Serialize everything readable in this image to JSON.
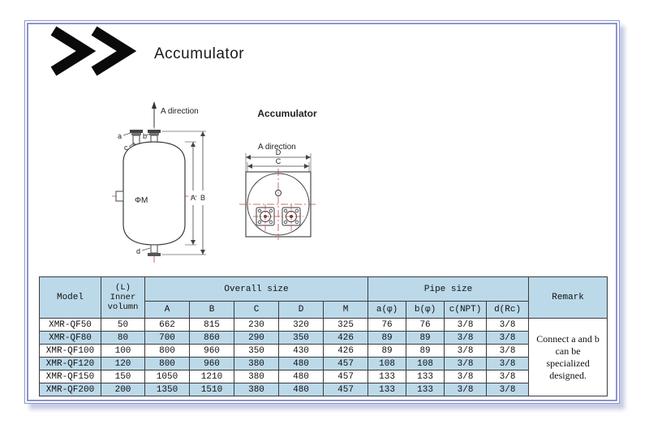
{
  "page": {
    "logo_icon": "double-chevron-right",
    "title": "Accumulator"
  },
  "side_view": {
    "direction_label": "A direction",
    "labels": {
      "a": "a",
      "b": "b",
      "c": "c",
      "d": "d",
      "phi_m": "ΦM",
      "dim_a": "A",
      "dim_b": "B"
    }
  },
  "top_view": {
    "title": "Accumulator",
    "direction_label": "A direction",
    "labels": {
      "dim_d": "D",
      "dim_c": "C"
    }
  },
  "table": {
    "header": {
      "model": "Model",
      "volume_lines": [
        "(L)",
        "Inner",
        "volumn"
      ],
      "overall_size": "Overall size",
      "pipe_size": "Pipe size",
      "remark": "Remark",
      "columns": [
        "A",
        "B",
        "C",
        "D",
        "M",
        "a(φ)",
        "b(φ)",
        "c(NPT)",
        "d(Rc)"
      ]
    },
    "rows": [
      {
        "model": "XMR-QF50",
        "volume": "50",
        "values": [
          "662",
          "815",
          "230",
          "320",
          "325",
          "76",
          "76",
          "3/8",
          "3/8"
        ]
      },
      {
        "model": "XMR-QF80",
        "volume": "80",
        "values": [
          "700",
          "860",
          "290",
          "350",
          "426",
          "89",
          "89",
          "3/8",
          "3/8"
        ]
      },
      {
        "model": "XMR-QF100",
        "volume": "100",
        "values": [
          "800",
          "960",
          "350",
          "430",
          "426",
          "89",
          "89",
          "3/8",
          "3/8"
        ]
      },
      {
        "model": "XMR-QF120",
        "volume": "120",
        "values": [
          "800",
          "960",
          "380",
          "480",
          "457",
          "108",
          "108",
          "3/8",
          "3/8"
        ]
      },
      {
        "model": "XMR-QF150",
        "volume": "150",
        "values": [
          "1050",
          "1210",
          "380",
          "480",
          "457",
          "133",
          "133",
          "3/8",
          "3/8"
        ]
      },
      {
        "model": "XMR-QF200",
        "volume": "200",
        "values": [
          "1350",
          "1510",
          "380",
          "480",
          "457",
          "133",
          "133",
          "3/8",
          "3/8"
        ]
      }
    ],
    "remark_lines": [
      "Connect a and b",
      "can be",
      "specialized",
      "designed."
    ]
  },
  "colors": {
    "frame": "#8d94cb",
    "table_blue": "#bcd9ea",
    "centerline_red": "#c44444"
  }
}
